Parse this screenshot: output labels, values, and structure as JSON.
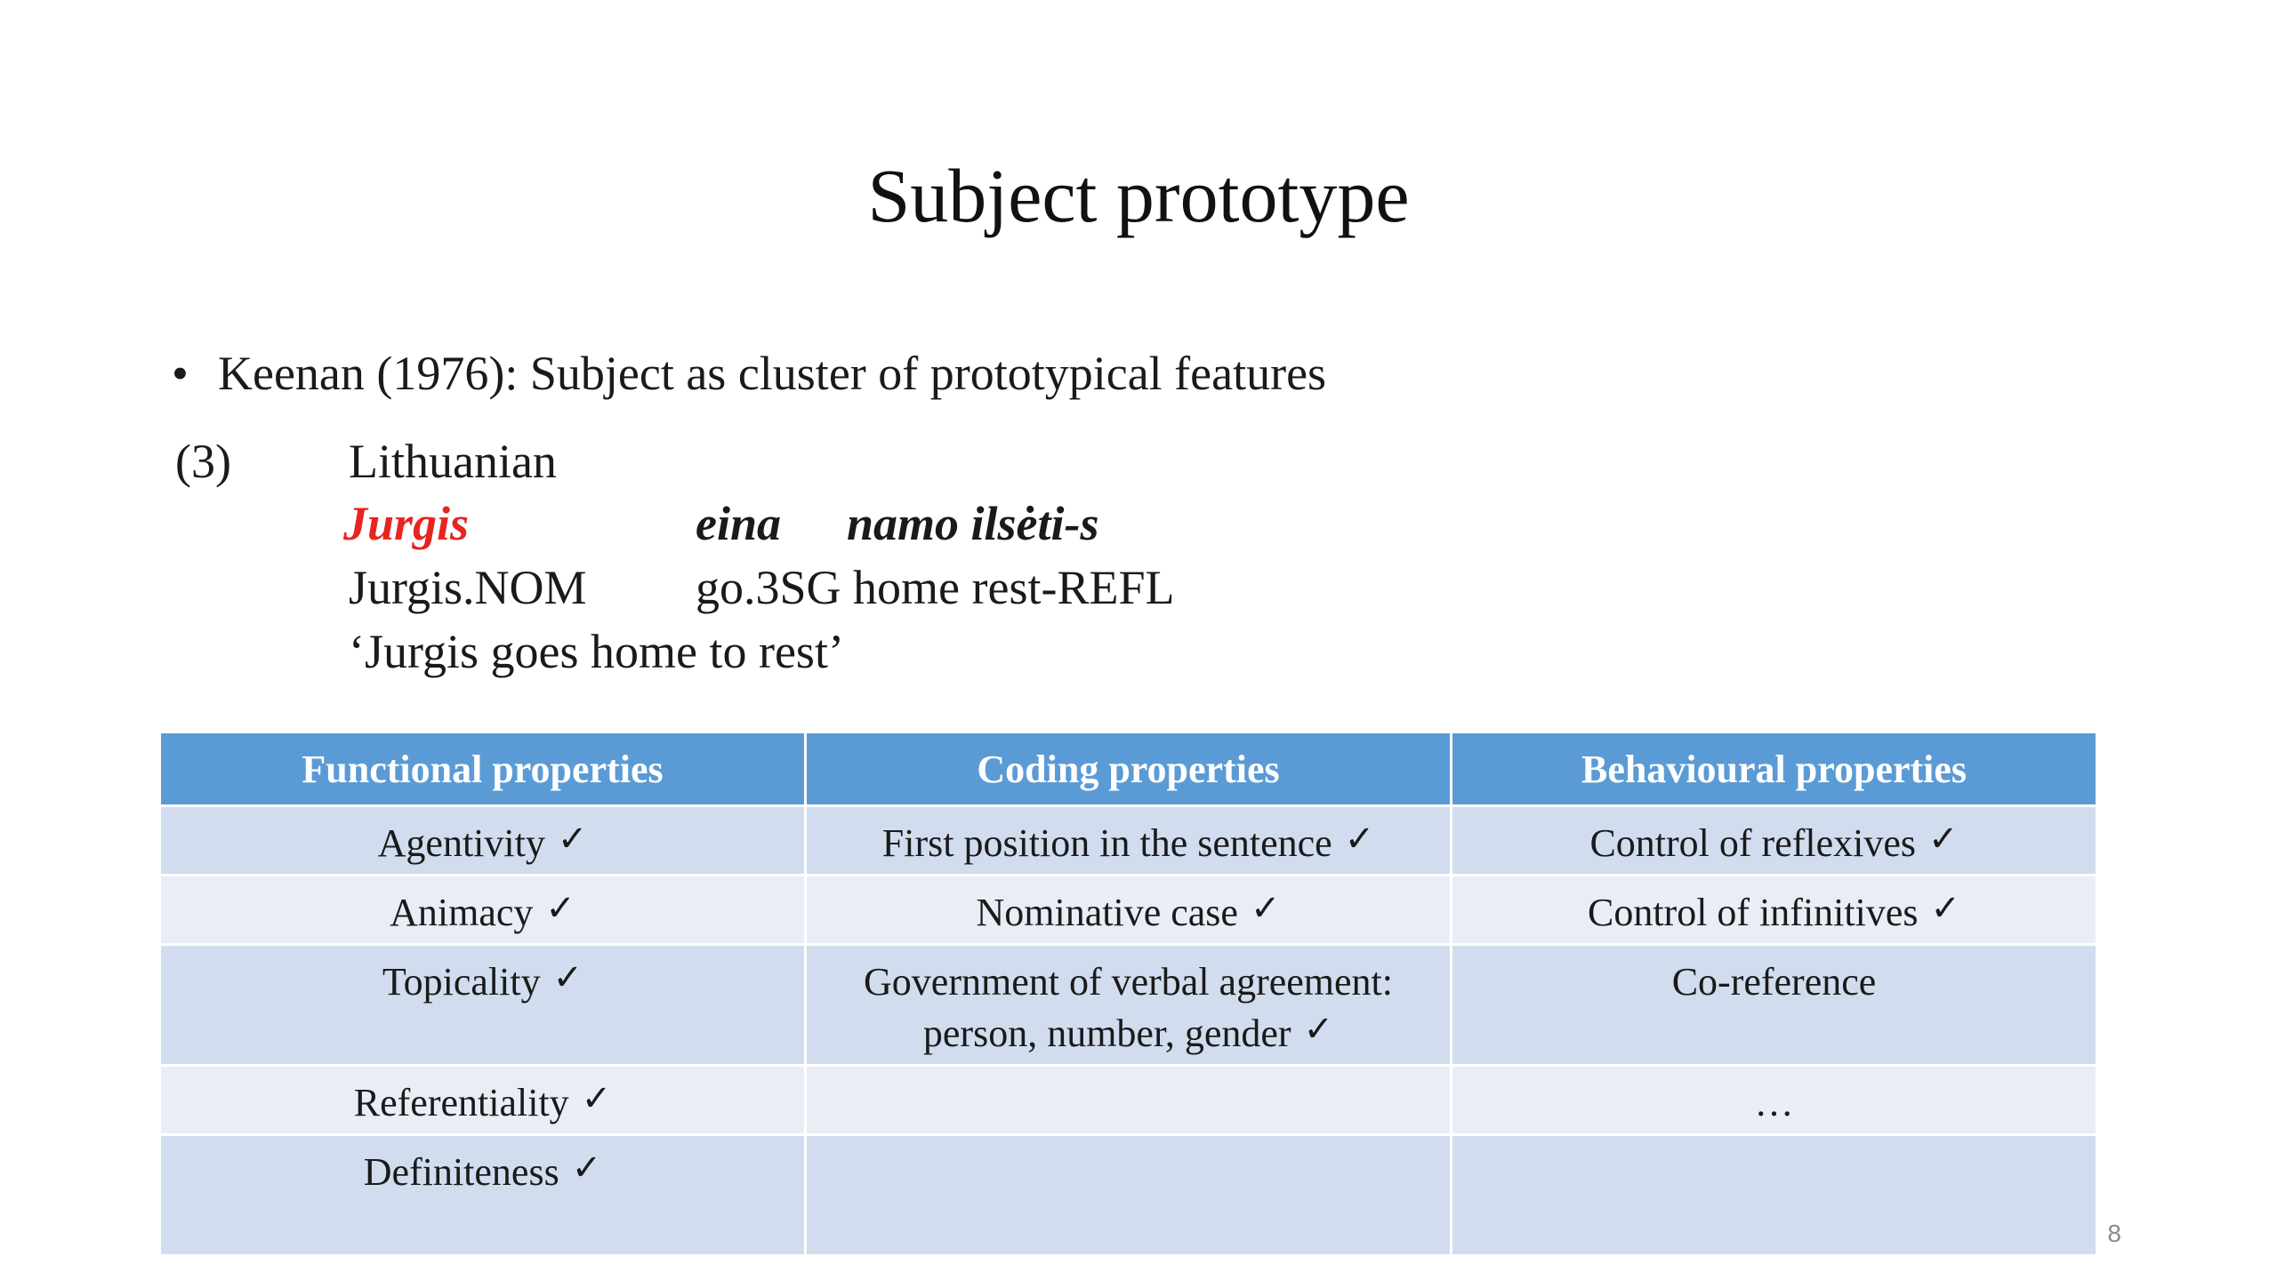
{
  "slide": {
    "title": "Subject prototype",
    "bullet": "Keenan (1976): Subject as cluster of prototypical features",
    "example": {
      "number": "(3)",
      "language": "Lithuanian",
      "word1": "Jurgis",
      "word2": "eina",
      "word3": "namo ilsėti-s",
      "gloss1": "Jurgis.NOM",
      "gloss2": "go.3SG home rest-REFL",
      "translation": "‘Jurgis goes home to rest’"
    },
    "check_mark": "✓",
    "table": {
      "headers": [
        "Functional properties",
        "Coding properties",
        "Behavioural properties"
      ],
      "rows": [
        [
          "Agentivity",
          "First position in the sentence",
          "Control of reflexives"
        ],
        [
          "Animacy",
          "Nominative case",
          "Control of infinitives"
        ],
        [
          "Topicality",
          "Government of verbal agreement: person, number, gender",
          "Co-reference"
        ],
        [
          "Referentiality",
          "",
          "…"
        ],
        [
          "Definiteness",
          "",
          ""
        ]
      ]
    },
    "page_number": "8",
    "colors": {
      "header_bg": "#5b9bd5",
      "row_odd": "#d1ddee",
      "row_even": "#e9edf6",
      "highlight": "#e8241f"
    }
  }
}
